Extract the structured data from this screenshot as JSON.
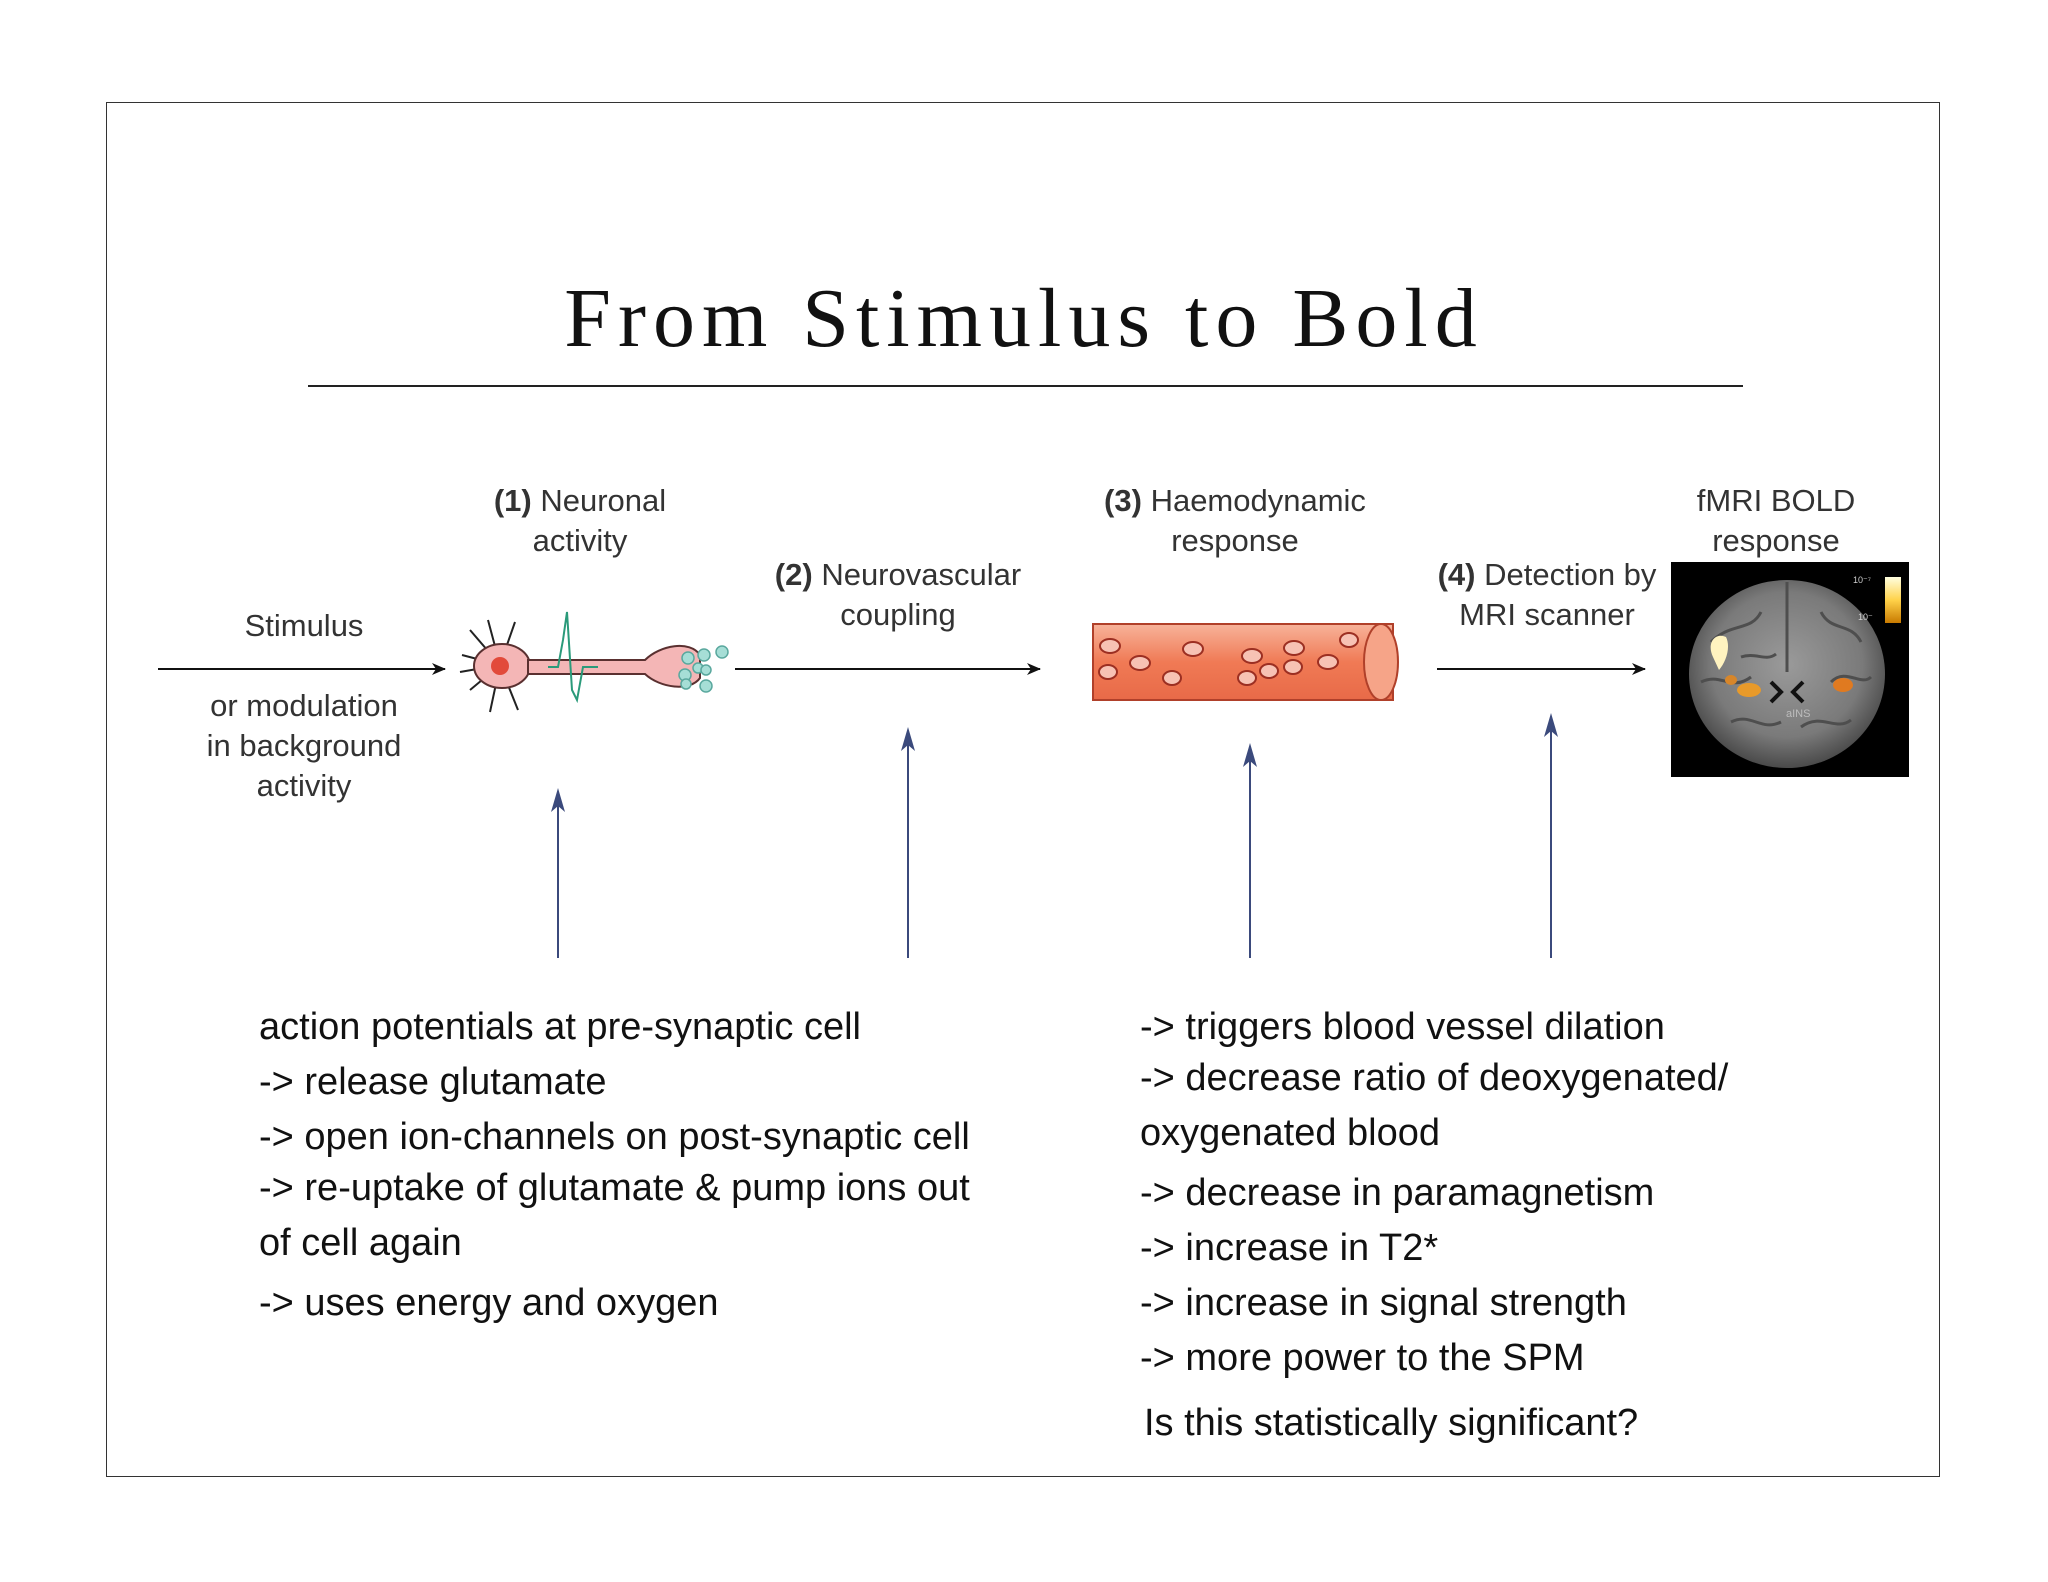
{
  "title": "From Stimulus to Bold",
  "diagram": {
    "stimulus": {
      "label": "Stimulus",
      "sub": [
        "or modulation",
        "in background",
        "activity"
      ]
    },
    "step1": {
      "num": "(1)",
      "name": "Neuronal",
      "line2": "activity"
    },
    "step2": {
      "num": "(2)",
      "name": "Neurovascular",
      "line2": "coupling"
    },
    "step3": {
      "num": "(3)",
      "name": "Haemodynamic",
      "line2": "response"
    },
    "step4": {
      "num": "(4)",
      "name": "Detection by",
      "line2": "MRI scanner"
    },
    "bold": {
      "line1": "fMRI BOLD",
      "line2": "response"
    },
    "brain_image": {
      "colorbar_max": "10⁻⁷",
      "colorbar_min": "10⁻",
      "region": "aINS"
    }
  },
  "left_text": [
    "action potentials at pre-synaptic cell",
    "-> release glutamate",
    "-> open ion-channels on post-synaptic cell",
    " -> re-uptake of glutamate & pump ions out",
    "of cell again",
    "-> uses energy and oxygen"
  ],
  "right_text": [
    "-> triggers blood vessel dilation",
    "-> decrease ratio of deoxygenated/",
    "oxygenated blood",
    "-> decrease in paramagnetism",
    "-> increase in T2*",
    "-> increase in signal strength",
    "-> more power to the SPM",
    "Is this statistically significant?"
  ],
  "colors": {
    "arrow_black": "#111111",
    "arrow_blue": "#3b4a7c",
    "vessel_fill": "#f08a6a",
    "vessel_edge": "#b0402a",
    "neuron_fill": "#f4b6b6",
    "vesicle": "#7fc8c0"
  }
}
